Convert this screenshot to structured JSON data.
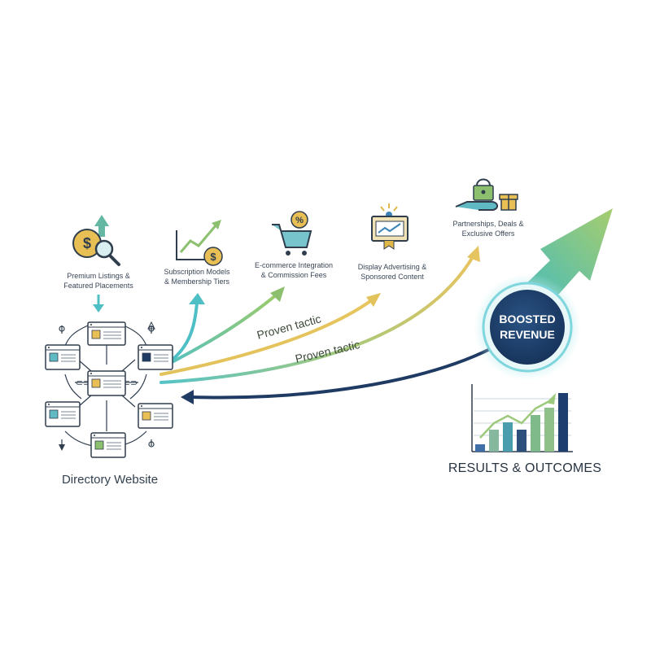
{
  "hub": {
    "label": "Directory Website"
  },
  "tactics": [
    {
      "label": "Premium Listings &\nFeatured Placements",
      "icon": "dollar-magnifier-icon"
    },
    {
      "label": "Subscription Models\n& Membership Tiers",
      "icon": "growth-chart-dollar-icon"
    },
    {
      "label": "E-commerce Integration\n& Commission Fees",
      "icon": "shopping-cart-percent-icon"
    },
    {
      "label": "Display Advertising &\nSponsored Content",
      "icon": "billboard-icon"
    },
    {
      "label": "Partnerships, Deals &\nExclusive Offers",
      "icon": "hand-lock-gift-icon"
    }
  ],
  "annotations": {
    "proven_tactic_1": "Proven tactic",
    "proven_tactic_2": "Proven tactic"
  },
  "outcome": {
    "badge": "BOOSTED\nREVENUE",
    "results_label": "RESULTS & OUTCOMES"
  },
  "results_chart": {
    "type": "bar",
    "values": [
      1,
      3,
      4,
      3,
      5,
      6,
      8
    ],
    "colors": [
      "#3f6fa6",
      "#86b8a0",
      "#4a9dac",
      "#2c4f7c",
      "#7fbb8a",
      "#8fc08a",
      "#1d3e6e"
    ],
    "trend_color": "#9cc97a"
  },
  "colors": {
    "accent_teal": "#5fc4c9",
    "accent_green": "#8cc06e",
    "accent_gold": "#e0c25a",
    "navy": "#1f3b63",
    "hub_stroke": "#2f3d4d"
  }
}
